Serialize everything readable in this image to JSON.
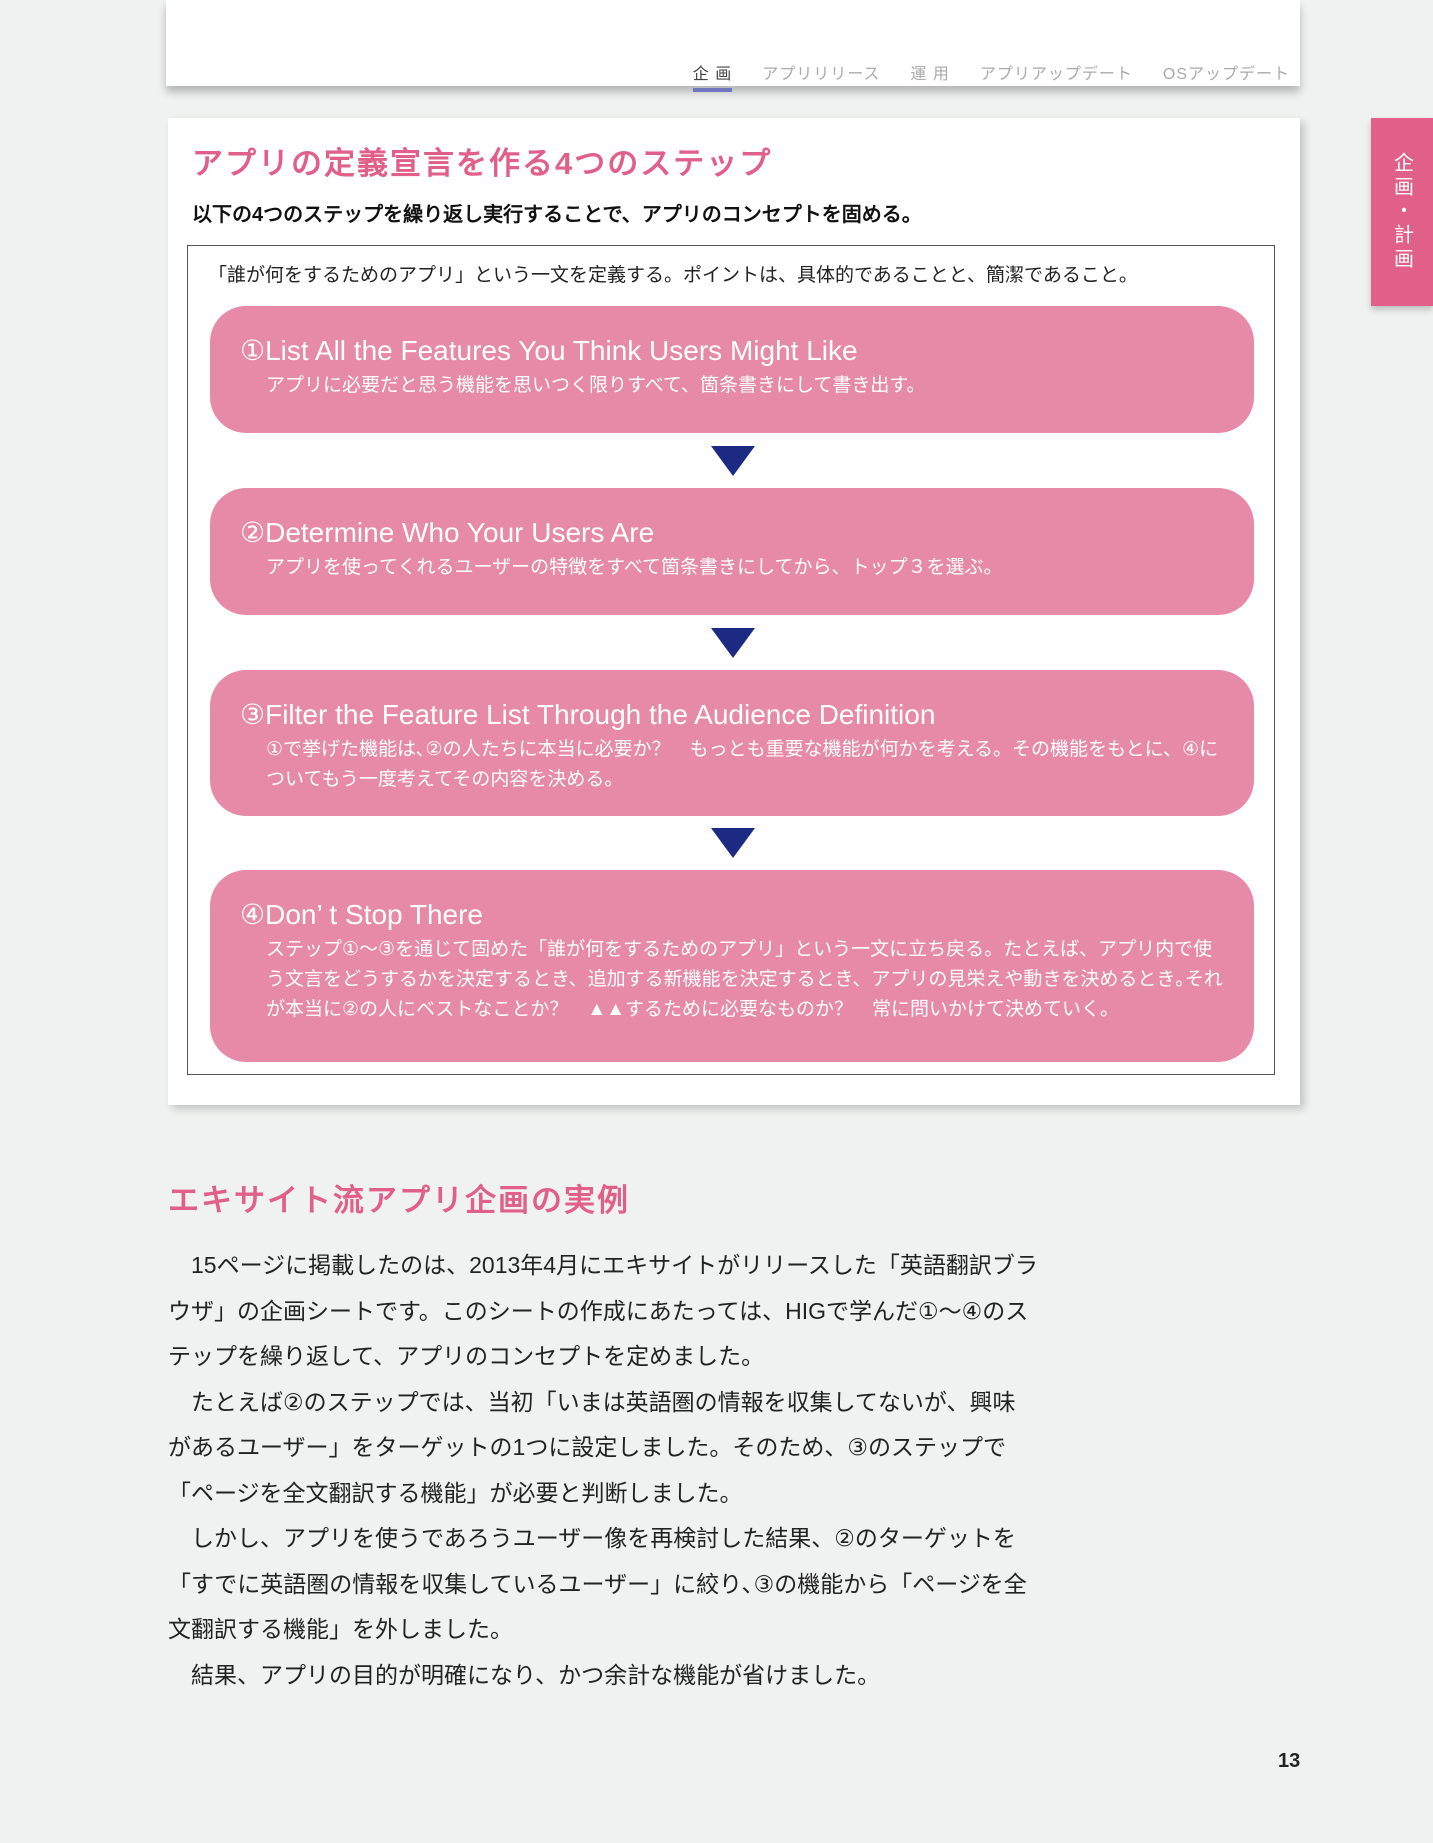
{
  "header": {
    "tabs": [
      {
        "label": "企 画",
        "active": true
      },
      {
        "label": "アプリリリース"
      },
      {
        "label": "運 用"
      },
      {
        "label": "アプリアップデート"
      },
      {
        "label": "OSアップデート"
      }
    ]
  },
  "side_tab": "企画・計画",
  "card": {
    "title": "アプリの定義宣言を作る4つのステップ",
    "subtitle": "以下の4つのステップを繰り返し実行することで、アプリのコンセプトを固める。",
    "intro": "「誰が何をするためのアプリ」という一文を定義する。ポイントは、具体的であることと、簡潔であること。",
    "steps": [
      {
        "title": "①List All the Features You Think Users Might Like",
        "desc": "アプリに必要だと思う機能を思いつく限りすべて、箇条書きにして書き出す。"
      },
      {
        "title": "②Determine Who Your Users Are",
        "desc": "アプリを使ってくれるユーザーの特徴をすべて箇条書きにしてから、トップ３を選ぶ。"
      },
      {
        "title": "③Filter the Feature List Through the Audience Definition",
        "desc": "①で挙げた機能は､②の人たちに本当に必要か？　もっとも重要な機能が何かを考える。その機能をもとに、④についてもう一度考えてその内容を決める。"
      },
      {
        "title": "④Don’ t Stop There",
        "desc": "ステップ①～③を通じて固めた「誰が何をするためのアプリ」という一文に立ち戻る。たとえば、アプリ内で使う文言をどうするかを決定するとき、追加する新機能を決定するとき、アプリの見栄えや動きを決めるとき｡それが本当に②の人にベストなことか？　▲▲するために必要なものか？　常に問いかけて決めていく。"
      }
    ]
  },
  "section": {
    "title": "エキサイト流アプリ企画の実例",
    "paragraphs": [
      "15ページに掲載したのは、2013年4月にエキサイトがリリースした「英語翻訳ブラウザ」の企画シートです。このシートの作成にあたっては、HIGで学んだ①～④のステップを繰り返して、アプリのコンセプトを定めました。",
      "たとえば②のステップでは、当初「いまは英語圏の情報を収集してないが、興味があるユーザー」をターゲットの1つに設定しました。そのため、③のステップで「ページを全文翻訳する機能」が必要と判断しました。",
      "しかし、アプリを使うであろうユーザー像を再検討した結果、②のターゲットを「すでに英語圏の情報を収集しているユーザー」に絞り､③の機能から「ページを全文翻訳する機能」を外しました。",
      "結果、アプリの目的が明確になり、かつ余計な機能が省けました。"
    ]
  },
  "page_number": "13"
}
